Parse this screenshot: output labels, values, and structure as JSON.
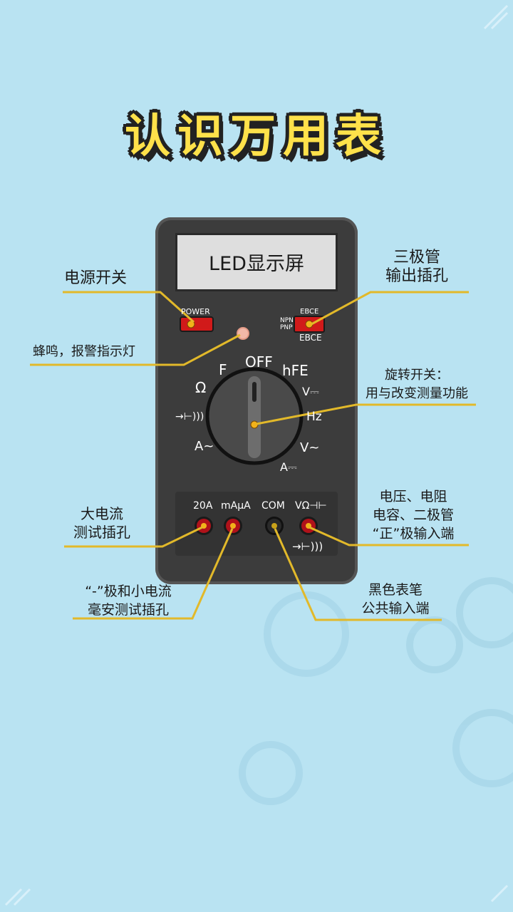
{
  "title": "认识万用表",
  "display_text": "LED显示屏",
  "meter": {
    "power_label": "POWER",
    "npn": "NPN",
    "pnp": "PNP",
    "ebce_top": "EBCE",
    "ebce_bottom": "EBCE",
    "dial_marks": {
      "off": "OFF",
      "f": "F",
      "hfe": "hFE",
      "ohm": "Ω",
      "v_dc": "V⎓",
      "diode": "→⊢)))",
      "hz": "Hz",
      "a_ac": "A~",
      "v_ac": "V~",
      "a_dc": "A⎓"
    },
    "jacks": {
      "j20a": "20A",
      "ma": "mAμA",
      "com": "COM",
      "vohm": "VΩ⊣⊢",
      "diode_sym": "→⊢)))"
    }
  },
  "callouts": {
    "power_switch": "电源开关",
    "transistor": [
      "三极管",
      "输出插孔"
    ],
    "buzzer": "蜂鸣，报警指示灯",
    "rotary": [
      "旋转开关：",
      "用与改变测量功能"
    ],
    "high_current": [
      "大电流",
      "测试插孔"
    ],
    "voltage_res": [
      "电压、电阻",
      "电容、二极管",
      "“正”极输入端"
    ],
    "neg_small": [
      "“-”极和小电流",
      "毫安测试插孔"
    ],
    "black_probe": [
      "黑色表笔",
      "公共输入端"
    ]
  },
  "colors": {
    "background": "#b9e3f2",
    "title_fill": "#ffe14a",
    "meter_body": "#3c3c3c",
    "leader_line": "#e2b92a",
    "jack_red": "#b0121a"
  }
}
